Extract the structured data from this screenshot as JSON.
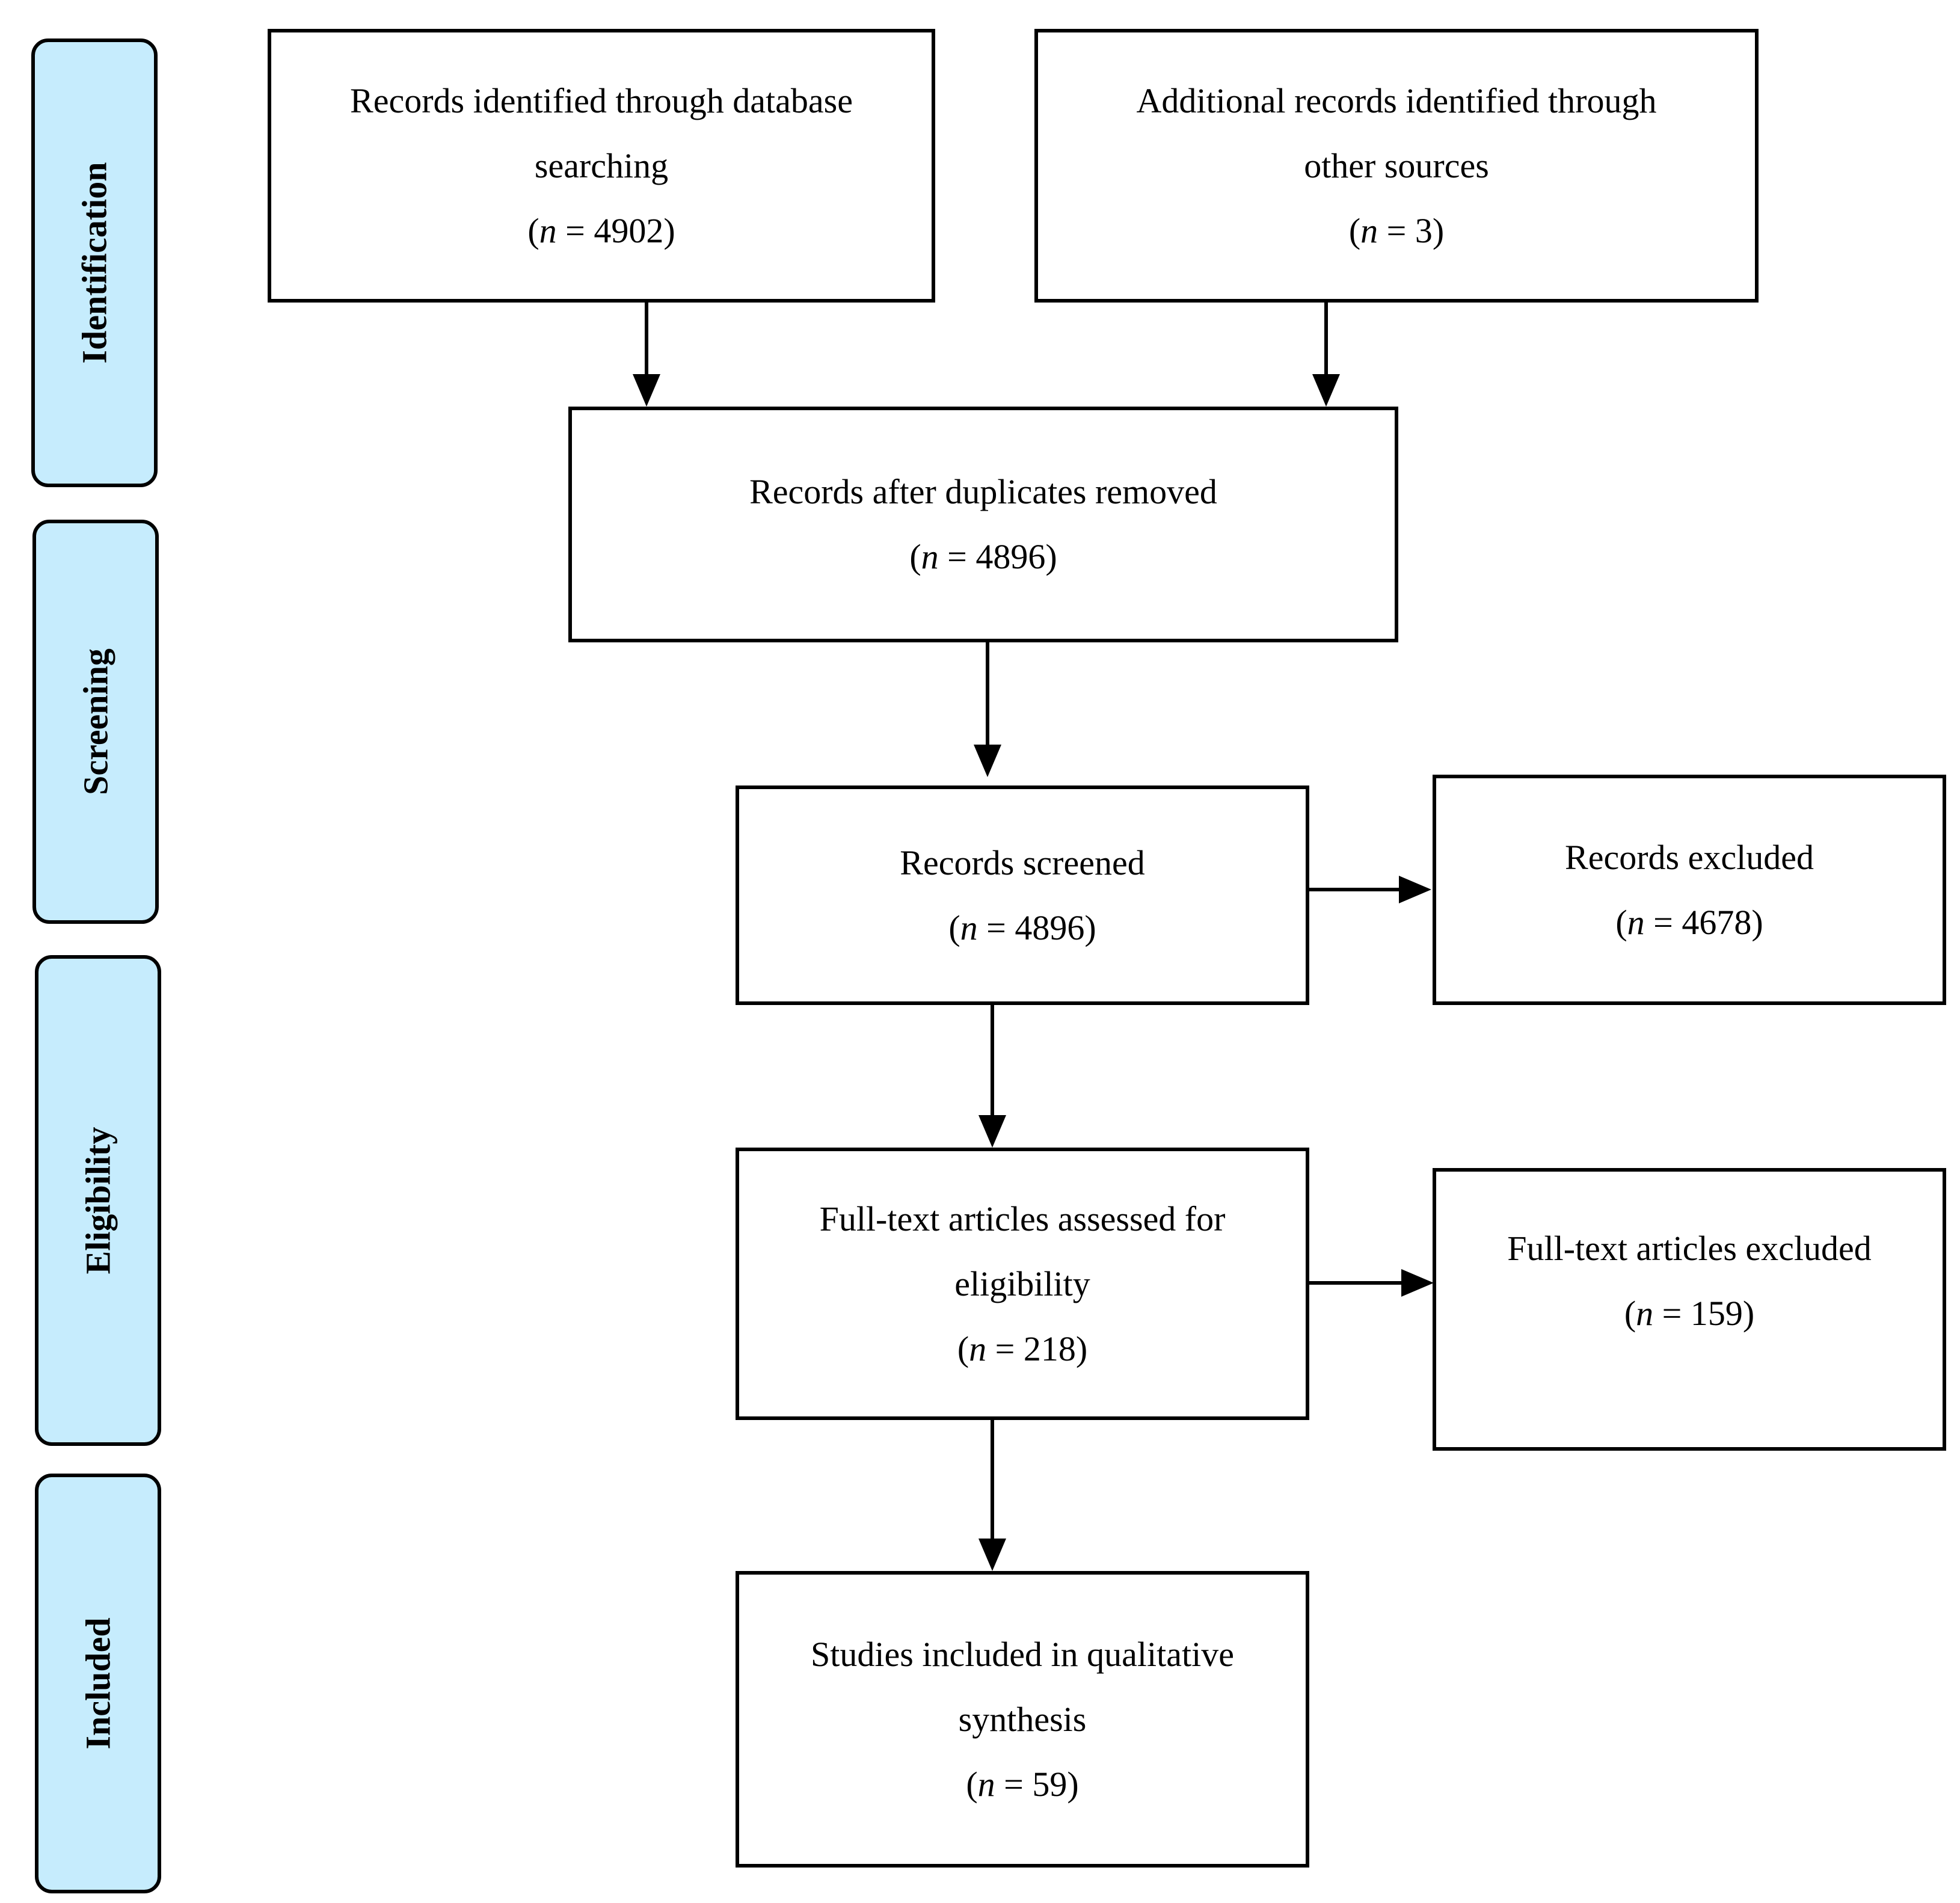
{
  "phases": {
    "identification": "Identification",
    "screening": "Screening",
    "eligibility": "Eligibility",
    "included": "Included"
  },
  "boxes": {
    "database": {
      "lines": [
        "Records identified through database",
        "searching"
      ],
      "count_prefix": "(",
      "count_var": "n",
      "count_rest": " = 4902)"
    },
    "other_sources": {
      "lines": [
        "Additional records identified through",
        "other sources"
      ],
      "count_prefix": "(",
      "count_var": "n",
      "count_rest": " = 3)"
    },
    "duplicates_removed": {
      "lines": [
        "Records after duplicates removed"
      ],
      "count_prefix": "(",
      "count_var": "n",
      "count_rest": " = 4896)"
    },
    "screened": {
      "lines": [
        "Records screened"
      ],
      "count_prefix": "(",
      "count_var": "n",
      "count_rest": " = 4896)"
    },
    "excluded": {
      "lines": [
        "Records excluded"
      ],
      "count_prefix": "(",
      "count_var": "n",
      "count_rest": " = 4678)"
    },
    "fulltext_assessed": {
      "lines": [
        "Full-text articles assessed for",
        "eligibility"
      ],
      "count_prefix": "(",
      "count_var": "n",
      "count_rest": " = 218)"
    },
    "fulltext_excluded": {
      "lines": [
        "Full-text articles excluded"
      ],
      "count_prefix": "(",
      "count_var": "n",
      "count_rest": " = 159)"
    },
    "included_studies": {
      "lines": [
        "Studies included in qualitative",
        "synthesis"
      ],
      "count_prefix": "(",
      "count_var": "n",
      "count_rest": " = 59)"
    }
  }
}
